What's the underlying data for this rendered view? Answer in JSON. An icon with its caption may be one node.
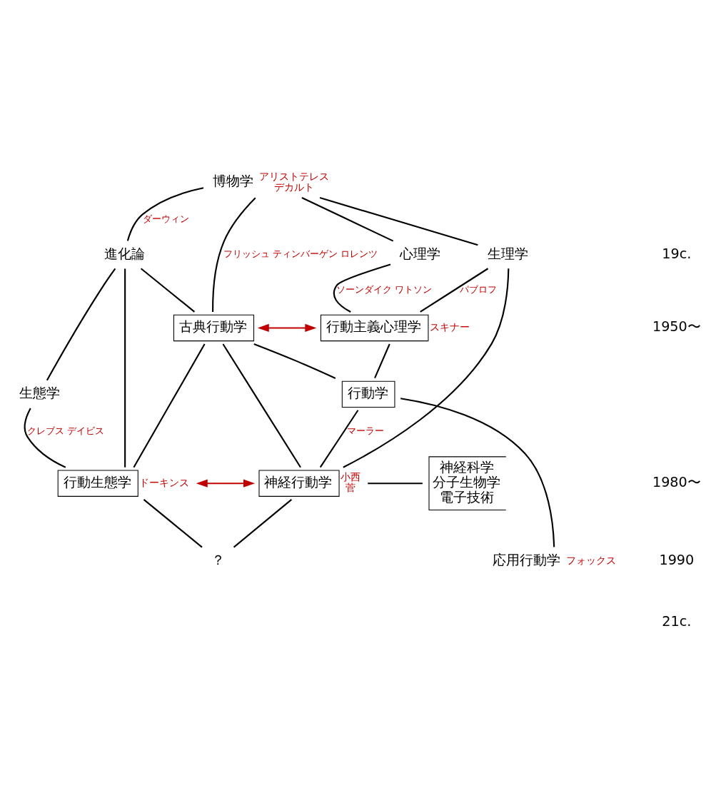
{
  "diagram": {
    "nodes": [
      {
        "text": [
          "博物学"
        ],
        "beside": [
          "アリストテレス",
          "デカルト"
        ]
      },
      {
        "text": [
          "進化論"
        ]
      },
      {
        "text": [
          "生理学"
        ]
      },
      {
        "text": [
          "心理学"
        ]
      },
      {
        "text": [
          "古典行動学"
        ]
      },
      {
        "text": [
          "行動主義心理学"
        ],
        "beside": [
          "スキナー"
        ]
      },
      {
        "text": [
          "生態学"
        ]
      },
      {
        "text": [
          "行動学"
        ]
      },
      {
        "text": [
          "行動生態学"
        ],
        "beside": [
          "ドーキンス"
        ]
      },
      {
        "text": [
          "神経行動学"
        ],
        "beside": [
          "小西",
          "菅"
        ]
      },
      {
        "text": [
          "神経科学",
          "分子生物学",
          "電子技術"
        ]
      },
      {
        "text": [
          "応用行動学"
        ],
        "beside": [
          "フォックス"
        ]
      },
      {
        "text": [
          "？"
        ]
      }
    ],
    "edges": [
      {
        "from": 0,
        "to": 1,
        "arrow": "none",
        "label": "ダーウィン"
      },
      {
        "from": 0,
        "to": 4,
        "arrow": "none",
        "label": "フリッシュ ティンバーゲン ロレンツ"
      },
      {
        "from": 0,
        "to": 2,
        "arrow": "none"
      },
      {
        "from": 0,
        "to": 3,
        "arrow": "none"
      },
      {
        "from": 1,
        "to": 6,
        "arrow": "none"
      },
      {
        "from": 1,
        "to": 8,
        "arrow": "none"
      },
      {
        "from": 1,
        "to": 4,
        "arrow": "none"
      },
      {
        "from": 2,
        "to": 9,
        "arrow": "none"
      },
      {
        "from": 2,
        "to": 5,
        "arrow": "none",
        "label": "パブロフ"
      },
      {
        "from": 3,
        "to": 5,
        "arrow": "none",
        "label": "ソーンダイク ワトソン"
      },
      {
        "from": 4,
        "to": 5,
        "arrow": "both",
        "color": "#c00000"
      },
      {
        "from": 4,
        "to": 7,
        "arrow": "none"
      },
      {
        "from": 5,
        "to": 7,
        "arrow": "none"
      },
      {
        "from": 4,
        "to": 8,
        "arrow": "none"
      },
      {
        "from": 4,
        "to": 9,
        "arrow": "none"
      },
      {
        "from": 6,
        "to": 8,
        "arrow": "none",
        "label": "クレブス デイビス"
      },
      {
        "from": 7,
        "to": 9,
        "arrow": "none",
        "label": "マーラー"
      },
      {
        "from": 7,
        "to": 11,
        "arrow": "none"
      },
      {
        "from": 8,
        "to": 9,
        "arrow": "both",
        "color": "#c00000"
      },
      {
        "from": 8,
        "to": 12,
        "arrow": "none"
      },
      {
        "from": 9,
        "to": 12,
        "arrow": "none"
      },
      {
        "from": 9,
        "to": 10,
        "arrow": "none"
      }
    ],
    "labels": [
      "19c.",
      "1950〜",
      "1980〜",
      "1990",
      "21c."
    ]
  }
}
